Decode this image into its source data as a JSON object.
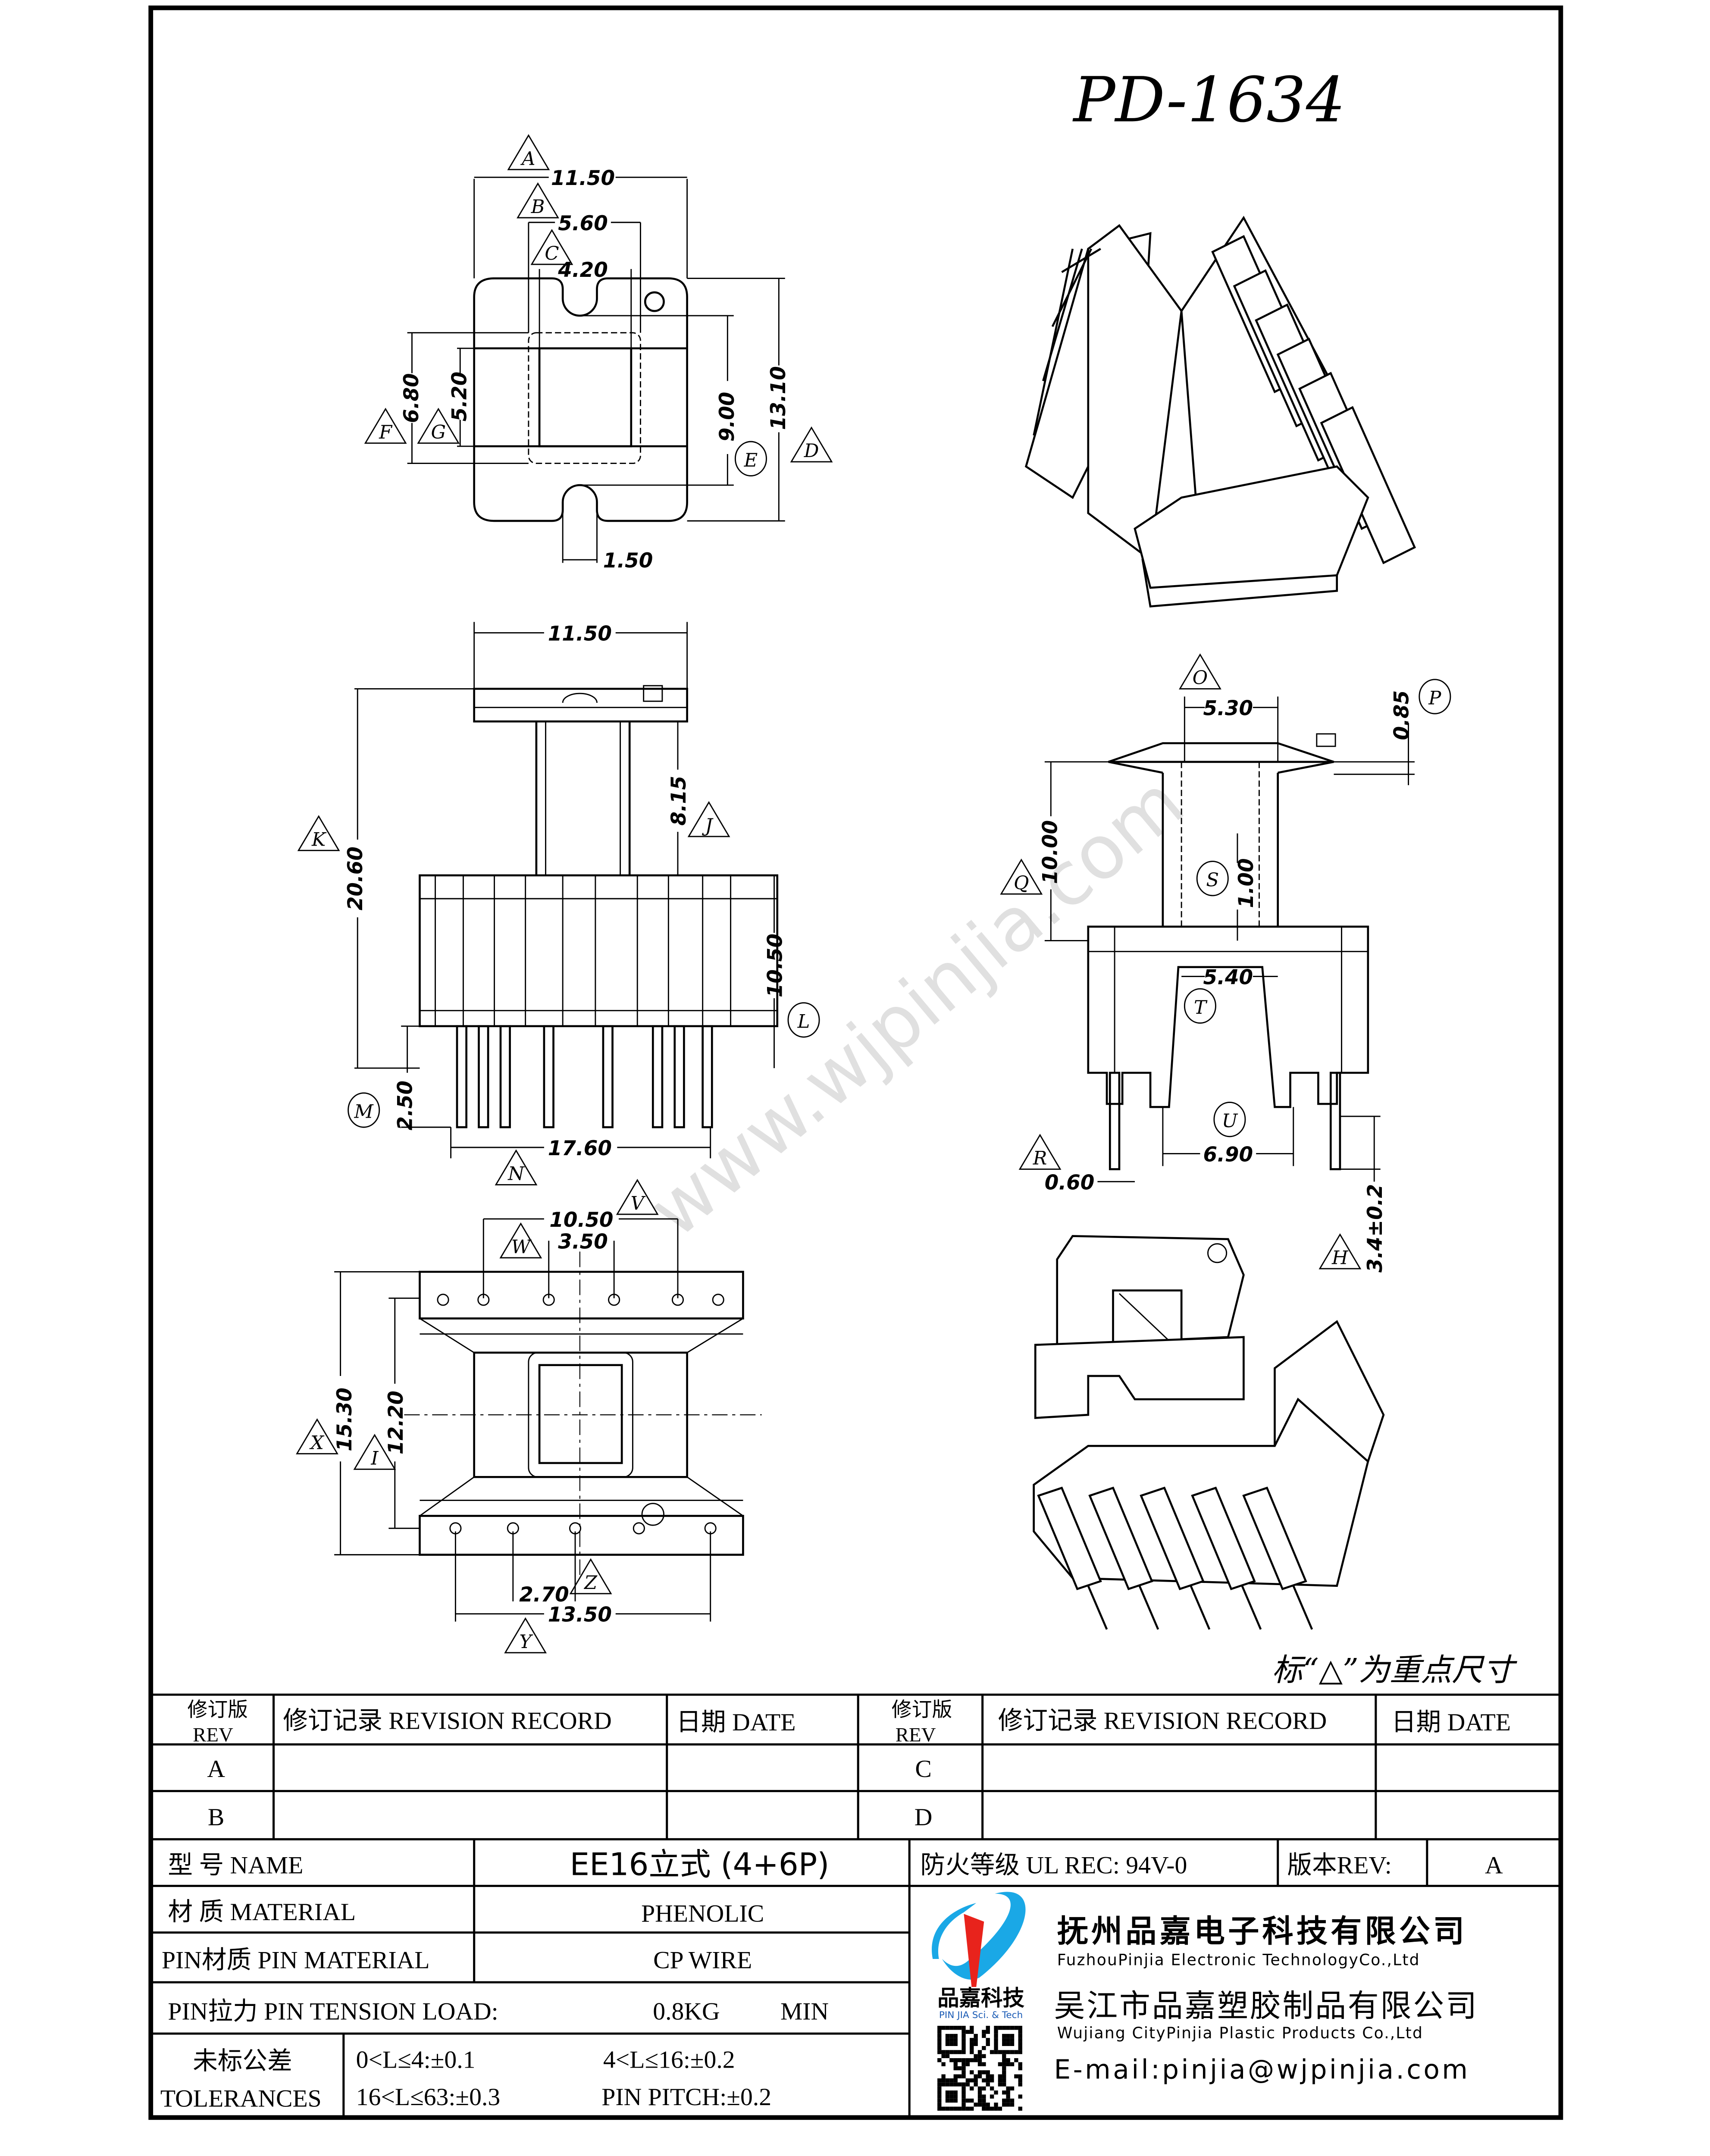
{
  "title": "PD-1634",
  "watermark": "www.wjpinjia.com",
  "note": "标“△”为重点尺寸",
  "top_view": {
    "dims": {
      "A": "11.50",
      "B": "5.60",
      "C": "4.20",
      "slot": "1.50",
      "F": "6.80",
      "G": "5.20",
      "E": "9.00",
      "D": "13.10"
    },
    "markers": {
      "A": "A",
      "B": "B",
      "C": "C",
      "D": "D",
      "E": "E",
      "F": "F",
      "G": "G"
    }
  },
  "front_view": {
    "dims": {
      "width": "11.50",
      "K": "20.60",
      "J": "8.15",
      "L": "10.50",
      "M": "2.50",
      "N": "17.60"
    },
    "markers": {
      "K": "K",
      "J": "J",
      "L": "L",
      "M": "M",
      "N": "N"
    }
  },
  "side_view": {
    "dims": {
      "O": "5.30",
      "P": "0.85",
      "Q": "10.00",
      "S": "1.00",
      "T": "5.40",
      "U": "6.90",
      "R": "0.60",
      "H": "3.4±0.2"
    },
    "markers": {
      "O": "O",
      "P": "P",
      "Q": "Q",
      "S": "S",
      "T": "T",
      "U": "U",
      "R": "R",
      "H": "H"
    }
  },
  "bottom_view": {
    "dims": {
      "V": "10.50",
      "W": "3.50",
      "X": "15.30",
      "I": "12.20",
      "Z": "2.70",
      "Y": "13.50"
    },
    "markers": {
      "V": "V",
      "W": "W",
      "X": "X",
      "I": "I",
      "Z": "Z",
      "Y": "Y"
    }
  },
  "revision_table": {
    "rev_header_cn": "修订版",
    "rev_header_en": "REV",
    "record_header": "修订记录 REVISION RECORD",
    "date_header": "日期 DATE",
    "rows": [
      [
        "A",
        "",
        "",
        "C",
        "",
        ""
      ],
      [
        "B",
        "",
        "",
        "D",
        "",
        ""
      ]
    ]
  },
  "spec": {
    "name_label": "型 号 NAME",
    "name_value": "EE16立式 (4+6P)",
    "fire_label": "防火等级 UL REC: 94V-0",
    "rev_label": "版本REV:",
    "rev_value": "A",
    "material_label": "材 质 MATERIAL",
    "material_value": "PHENOLIC",
    "pin_material_label": "PIN材质 PIN MATERIAL",
    "pin_material_value": "CP WIRE",
    "tension_label": "PIN拉力 PIN TENSION LOAD:",
    "tension_value": "0.8KG",
    "tension_unit": "MIN",
    "tol_label_cn": "未标公差",
    "tol_label_en": "TOLERANCES",
    "tol_1": "0<L≤4:±0.1",
    "tol_2": "4<L≤16:±0.2",
    "tol_3": "16<L≤63:±0.3",
    "tol_4": "PIN PITCH:±0.2"
  },
  "company": {
    "logo_text": "品嘉科技",
    "logo_sub": "PIN JIA Sci. & Tech",
    "name1_cn": "抚州品嘉电子科技有限公司",
    "name1_en": "FuzhouPinjia Electronic TechnologyCo.,Ltd",
    "name2_cn": "吴江市品嘉塑胶制品有限公司",
    "name2_en": "Wujiang CityPinjia  Plastic Products Co.,Ltd",
    "email": "E-mail:pinjia@wjpinjia.com",
    "colors": {
      "blue": "#1aa8e6",
      "red": "#e8231c"
    }
  }
}
